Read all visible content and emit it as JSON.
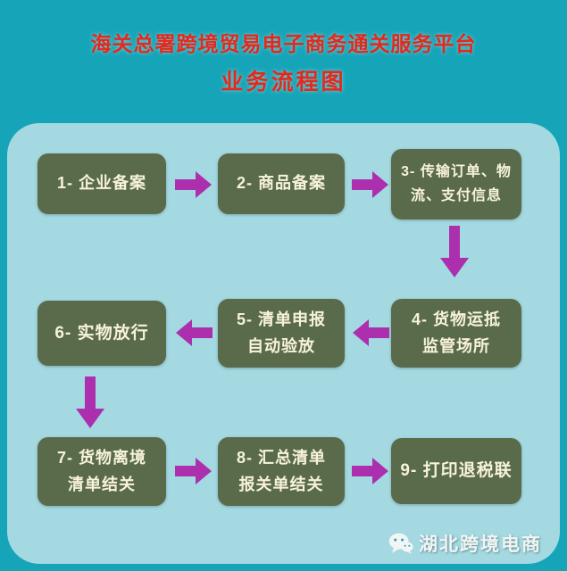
{
  "header": {
    "title_line1": "海关总署跨境贸易电子商务通关服务平台",
    "title_line2": "业务流程图"
  },
  "flow": {
    "steps": [
      {
        "label": "1- 企业备案"
      },
      {
        "label": "2- 商品备案"
      },
      {
        "label": "3- 传输订单、物\n流、支付信息"
      },
      {
        "label": "4- 货物运抵\n监管场所"
      },
      {
        "label": "5- 清单申报\n自动验放"
      },
      {
        "label": "6- 实物放行"
      },
      {
        "label": "7- 货物离境\n清单结关"
      },
      {
        "label": "8- 汇总清单\n报关单结关"
      },
      {
        "label": "9- 打印退税联"
      }
    ]
  },
  "footer": {
    "watermark": "湖北跨境电商",
    "icon": "wechat-icon"
  },
  "colors": {
    "background": "#16a5b8",
    "panel": "#a4d9e1",
    "step_box": "#5a6b4b",
    "step_text": "#f7f3d9",
    "arrow": "#ac30ad",
    "title": "#e5281c",
    "watermark_text": "#f2f5f4"
  }
}
